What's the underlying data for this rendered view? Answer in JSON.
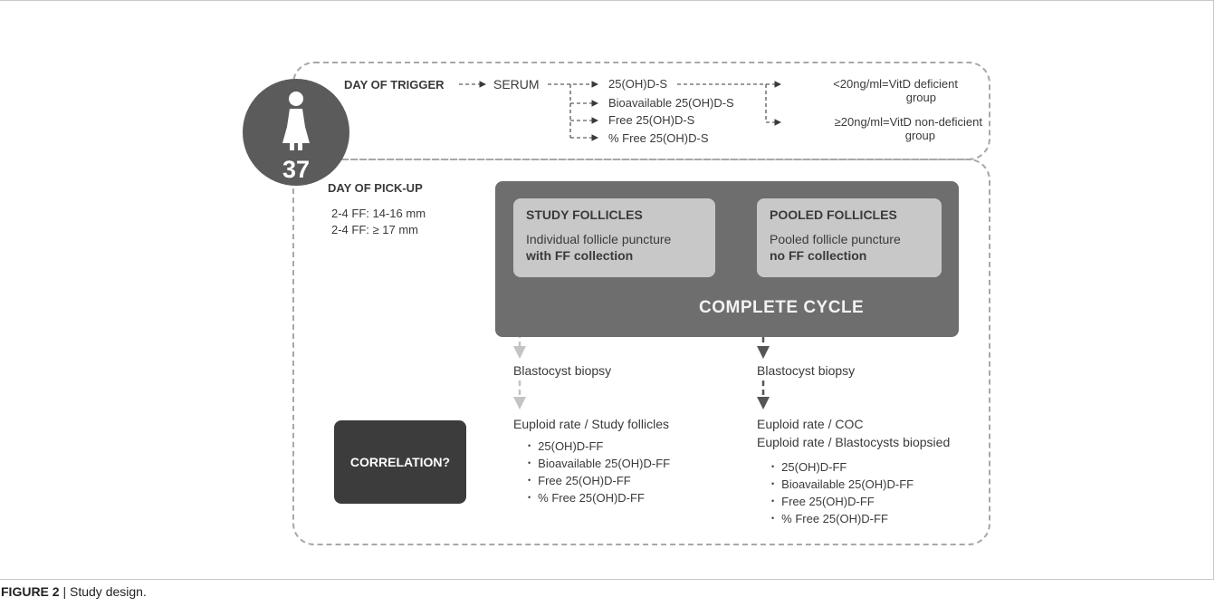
{
  "caption": {
    "label": "FIGURE 2",
    "separator": " | ",
    "text": "Study design."
  },
  "patient": {
    "age": "37",
    "icon": "woman-icon"
  },
  "trigger": {
    "heading": "DAY OF TRIGGER",
    "sample": "SERUM",
    "measures": [
      "25(OH)D-S",
      "Bioavailable 25(OH)D-S",
      "Free 25(OH)D-S",
      "% Free 25(OH)D-S"
    ],
    "groups": [
      {
        "line1": "<20ng/ml=VitD deficient",
        "line2": "group"
      },
      {
        "line1": "≥20ng/ml=VitD non-deficient",
        "line2": "group"
      }
    ]
  },
  "pickup": {
    "heading": "DAY OF PICK-UP",
    "criteria": [
      "2-4 FF: 14-16 mm",
      "2-4 FF: ≥ 17 mm"
    ]
  },
  "cycle": {
    "title": "COMPLETE CYCLE",
    "study": {
      "heading": "STUDY FOLLICLES",
      "line1": "Individual follicle puncture",
      "line2": "with FF collection"
    },
    "pooled": {
      "heading": "POOLED FOLLICLES",
      "line1": "Pooled follicle puncture",
      "line2": "no FF collection"
    }
  },
  "left_branch": {
    "biopsy": "Blastocyst biopsy",
    "outcome": "Euploid rate / Study follicles",
    "items": [
      "25(OH)D-FF",
      "Bioavailable 25(OH)D-FF",
      "Free 25(OH)D-FF",
      "% Free 25(OH)D-FF"
    ]
  },
  "right_branch": {
    "biopsy": "Blastocyst biopsy",
    "outcome1": "Euploid rate / COC",
    "outcome2": "Euploid rate / Blastocysts biopsied",
    "items": [
      "25(OH)D-FF",
      "Bioavailable 25(OH)D-FF",
      "Free 25(OH)D-FF",
      "% Free 25(OH)D-FF"
    ]
  },
  "correlation": "CORRELATION?",
  "colors": {
    "dark_box": "#6e6e6e",
    "light_box": "#c8c8c8",
    "corr_box": "#3c3c3c",
    "circle": "#5b5b5b",
    "dash": "#a8a8a8"
  }
}
